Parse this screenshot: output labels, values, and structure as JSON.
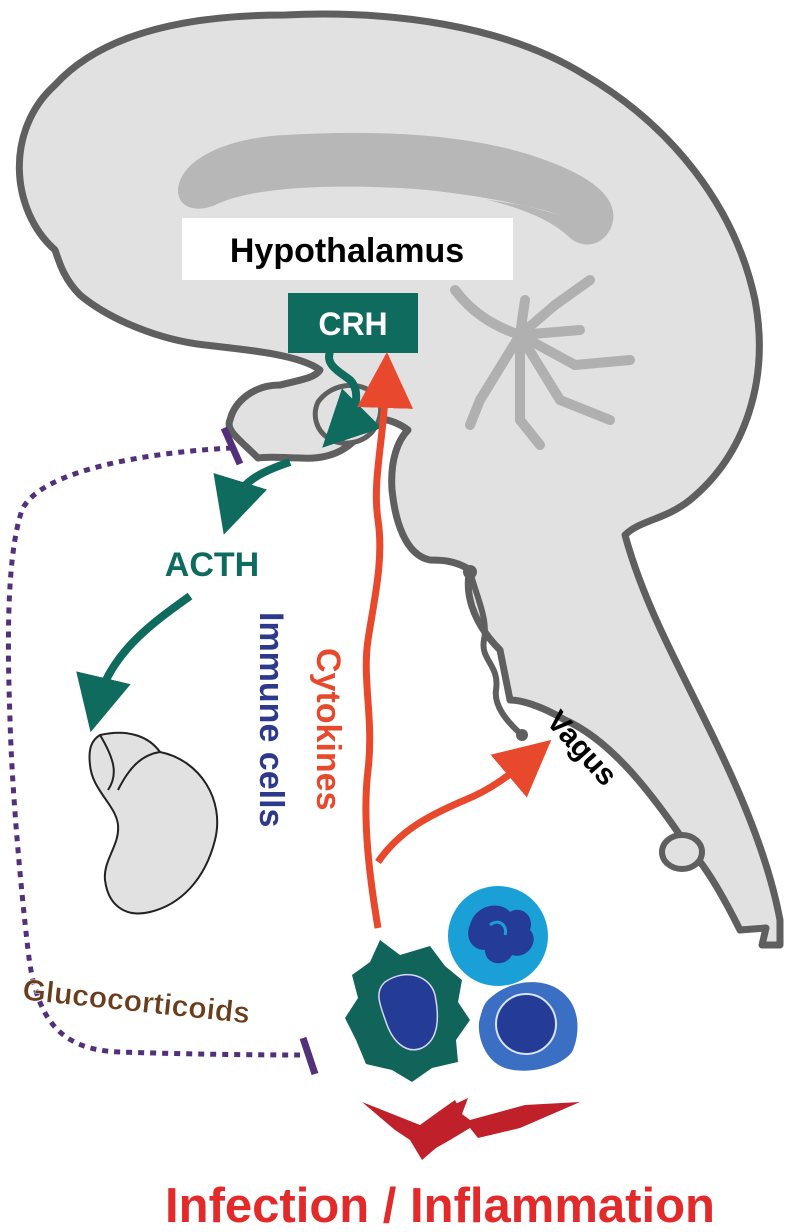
{
  "labels": {
    "hypothalamus": "Hypothalamus",
    "crh": "CRH",
    "acth": "ACTH",
    "immune_cells": "Immune cells",
    "cytokines": "Cytokines",
    "vagus": "Vagus",
    "glucocorticoids": "Glucocorticoids",
    "infection": "Infection / Inflammation"
  },
  "colors": {
    "brain_fill": "#e1e1e1",
    "brain_outline": "#5f5f5f",
    "callosum": "#b7b7b7",
    "teal": "#0f6b5e",
    "cytokine_red": "#e8492c",
    "immune_blue": "#2d3a8c",
    "glucocorticoid_purple": "#52307a",
    "inflammation_red": "#e32a2a",
    "lightning_red": "#c0202a",
    "macrophage": "#11645a",
    "neutrophil_ring": "#1aa0d6",
    "lymphocyte_ring": "#3a6fc3",
    "nucleus": "#243c96"
  },
  "icons": {
    "lightning": "lightning-bolt-icon",
    "macrophage": "macrophage-cell-icon",
    "neutrophil": "neutrophil-cell-icon",
    "lymphocyte": "lymphocyte-cell-icon",
    "adrenal": "adrenal-gland-icon"
  }
}
